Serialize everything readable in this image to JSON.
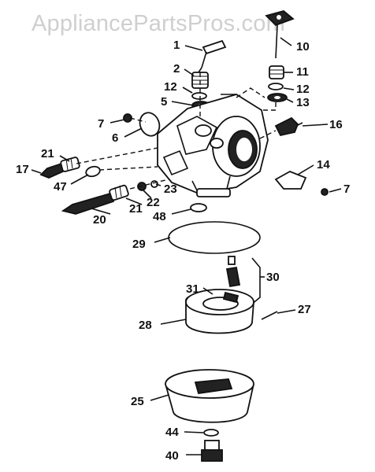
{
  "watermark": "AppliancePartsPros.com",
  "callouts": {
    "c1": "1",
    "c2": "2",
    "c5": "5",
    "c6": "6",
    "c7a": "7",
    "c7b": "7",
    "c10": "10",
    "c11": "11",
    "c12a": "12",
    "c12b": "12",
    "c13": "13",
    "c14": "14",
    "c16": "16",
    "c17": "17",
    "c20": "20",
    "c21a": "21",
    "c21b": "21",
    "c22": "22",
    "c23": "23",
    "c25": "25",
    "c27": "27",
    "c28": "28",
    "c29": "29",
    "c30": "30",
    "c31": "31",
    "c40": "40",
    "c44": "44",
    "c47": "47",
    "c48": "48"
  },
  "colors": {
    "ink": "#111111",
    "watermark": "#cfcfcf",
    "background": "#ffffff"
  }
}
